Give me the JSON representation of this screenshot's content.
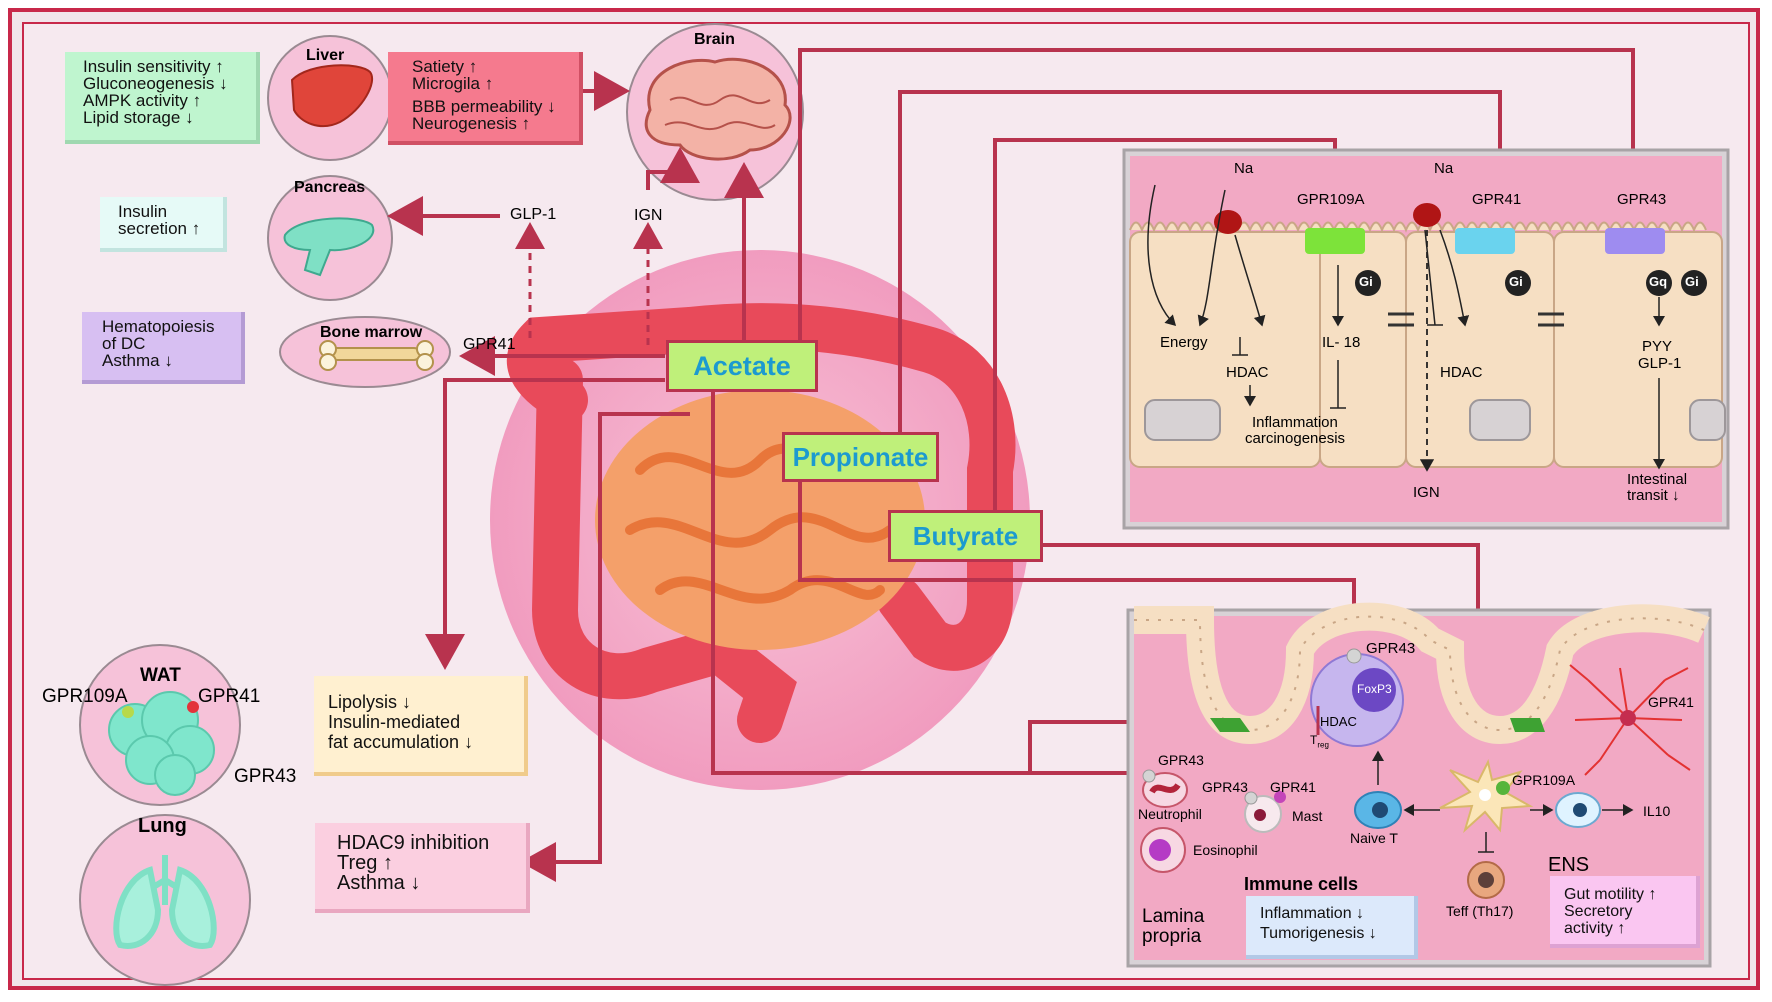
{
  "colors": {
    "frame": "#c8284a",
    "arrow": "#b8334e",
    "scfa_label_bg": "#bff07a",
    "scfa_text": "#1c9ad0"
  },
  "scfa": {
    "acetate": "Acetate",
    "propionate": "Propionate",
    "butyrate": "Butyrate"
  },
  "organs": {
    "liver": "Liver",
    "brain": "Brain",
    "pancreas": "Pancreas",
    "bone_marrow": "Bone marrow",
    "wat": "WAT",
    "lung": "Lung"
  },
  "liver_box": [
    "Insulin sensitivity ↑",
    "Gluconeogenesis ↓",
    "AMPK activity ↑",
    "Lipid storage ↓"
  ],
  "brain_box": [
    "Satiety ↑",
    "Microgila ↑",
    "BBB permeability ↓",
    "Neurogenesis ↑"
  ],
  "insulin_box": [
    "Insulin",
    "secretion ↑"
  ],
  "hemato_box": [
    "Hematopoiesis",
    "of DC",
    "Asthma ↓"
  ],
  "lipolysis_box": [
    "Lipolysis ↓",
    "Insulin-mediated",
    "fat accumulation ↓"
  ],
  "hdac9_box": [
    "HDAC9 inhibition",
    "Treg ↑",
    "Asthma ↓"
  ],
  "arrow_labels": {
    "glp1": "GLP-1",
    "ign": "IGN",
    "gpr41": "GPR41"
  },
  "wat_receptors": {
    "gpr109a": "GPR109A",
    "gpr41": "GPR41",
    "gpr43": "GPR43"
  },
  "epithelium": {
    "na1": "Na",
    "na2": "Na",
    "gpr109a": "GPR109A",
    "gpr41": "GPR41",
    "gpr43": "GPR43",
    "gi": "Gi",
    "gq": "Gq",
    "energy": "Energy",
    "hdac": "HDAC",
    "il18": "IL- 18",
    "inflammation": "Inflammation",
    "carcinogenesis": "carcinogenesis",
    "hdac2": "HDAC",
    "ign": "IGN",
    "pyy": "PYY",
    "glp1": "GLP-1",
    "intestinal": "Intestinal",
    "transit": "transit ↓"
  },
  "immune": {
    "gpr43_treg": "GPR43",
    "foxp3": "FoxP3",
    "hdac": "HDAC",
    "treg": "T",
    "treg_sub": "reg",
    "gpr41_ens": "GPR41",
    "gpr43_neut": "GPR43",
    "neutrophil": "Neutrophil",
    "gpr43_mast": "GPR43",
    "gpr41_mast": "GPR41",
    "mast": "Mast",
    "eosinophil": "Eosinophil",
    "naive_t": "Naive T",
    "gpr109a_dc": "GPR109A",
    "il10": "IL10",
    "teff": "Teff (Th17)",
    "ens": "ENS",
    "lamina": "Lamina",
    "propria": "propria",
    "immune_cells": "Immune cells"
  },
  "immune_box": [
    "Inflammation ↓",
    "Tumorigenesis ↓"
  ],
  "ens_box": [
    "Gut motility ↑",
    "Secretory",
    "activity ↑"
  ]
}
